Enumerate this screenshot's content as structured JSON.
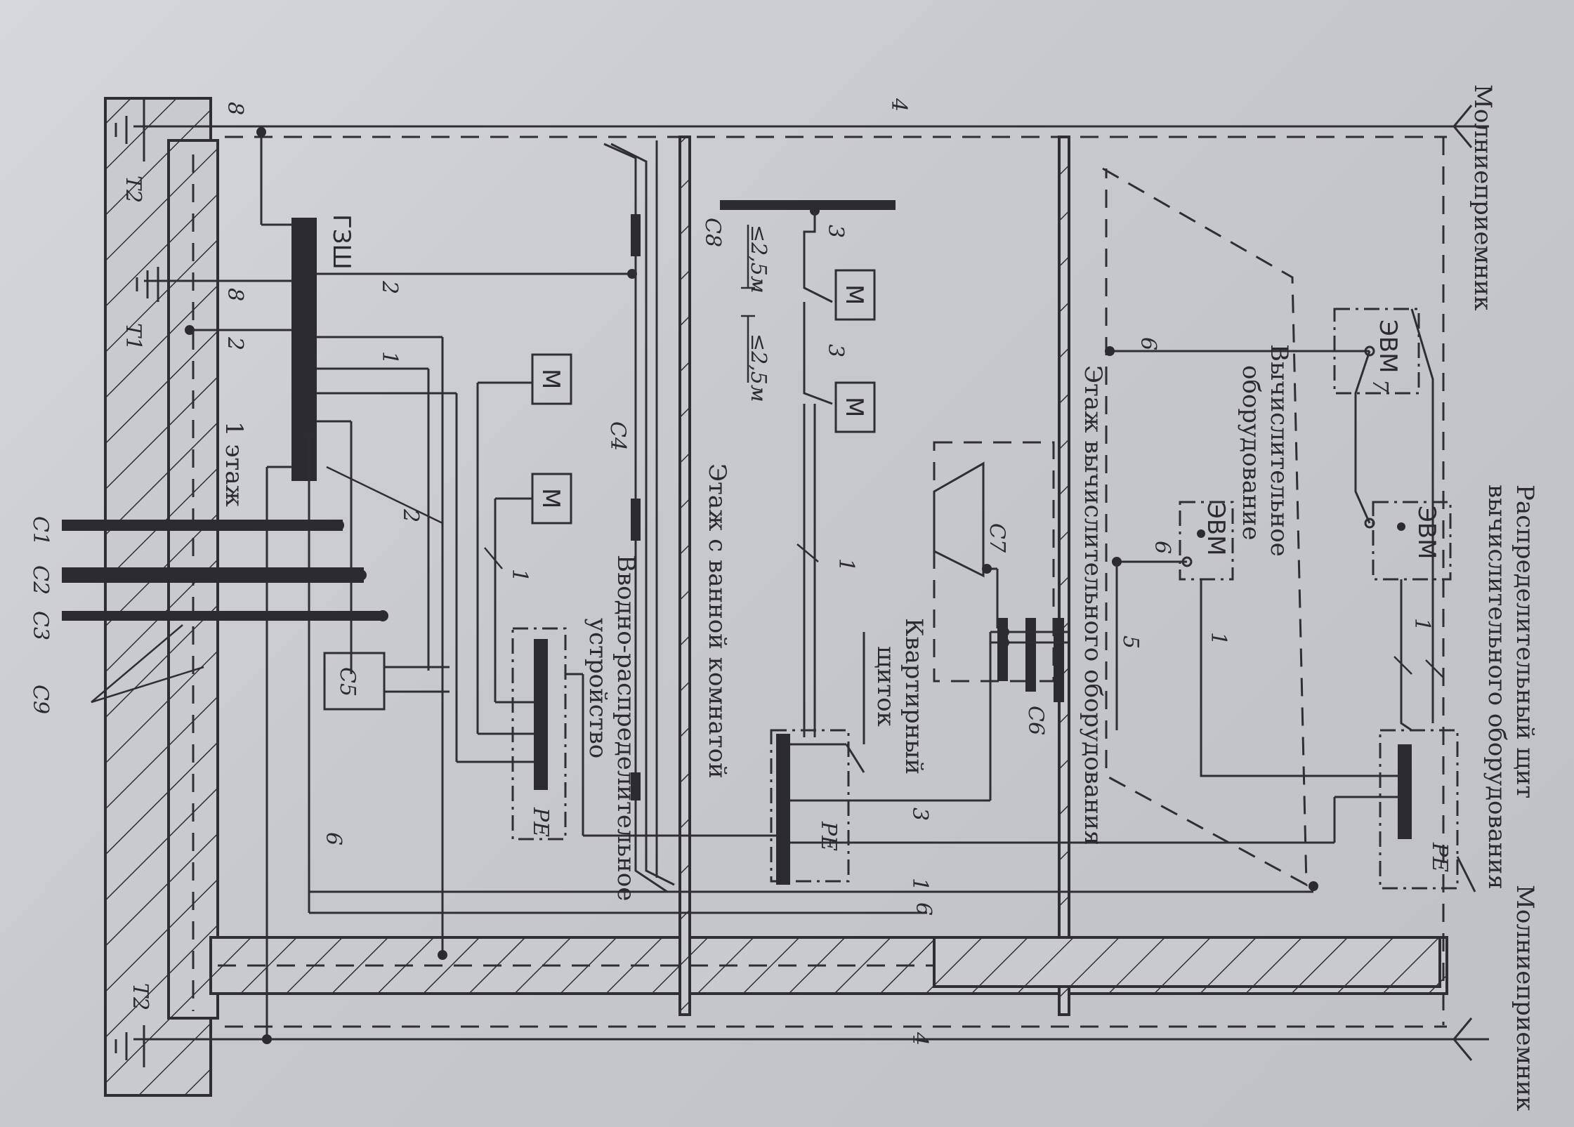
{
  "labels": {
    "lightning_receiver_top": "Молниеприемник",
    "lightning_receiver_bottom": "Молниеприемник",
    "dist_board_line1": "Распределительный щит",
    "dist_board_line2": "вычислительного оборудования",
    "computing_equipment_line1": "Вычислительное",
    "computing_equipment_line2": "оборудование",
    "computer_1": "ЭВМ",
    "computer_2": "ЭВМ",
    "computer_3": "ЭВМ",
    "floor_computing": "Этаж вычислительного оборудования",
    "apartment_panel_line1": "Квартирный",
    "apartment_panel_line2": "щиток",
    "floor_bathroom": "Этаж с ванной комнатой",
    "input_device_line1": "Вводно-распределительное",
    "input_device_line2": "устройство",
    "main_bus": "ГЗШ",
    "floor_1": "1 этаж",
    "pe_1": "PE",
    "pe_2": "PE",
    "pe_3": "PE",
    "motor_1": "М",
    "motor_2": "М",
    "motor_3": "М",
    "motor_4": "М",
    "dist_1": "≤2,5м",
    "dist_2": "≤2,5м",
    "c1": "С1",
    "c2": "С2",
    "c3": "С3",
    "c4": "С4",
    "c5": "С5",
    "c6": "С6",
    "c7": "С7",
    "c8": "С8",
    "c9": "С9",
    "t1": "Т1",
    "t2_left": "Т2",
    "t2_right": "Т2",
    "n1a": "1",
    "n1b": "1",
    "n1c": "1",
    "n1d": "1",
    "n1e": "1",
    "n1f": "1",
    "n2a": "2",
    "n2b": "2",
    "n2c": "2",
    "n3a": "3",
    "n3b": "3",
    "n3c": "3",
    "n4a": "4",
    "n4b": "4",
    "n5": "5",
    "n6a": "6",
    "n6b": "6",
    "n6c": "6",
    "n6d": "6",
    "n7": "7",
    "n8a": "8",
    "n8b": "8"
  }
}
